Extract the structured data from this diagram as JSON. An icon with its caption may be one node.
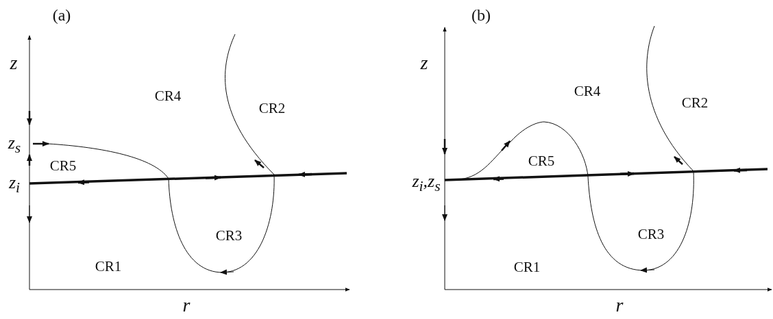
{
  "diagram": {
    "labels": [
      "(a)",
      "z",
      "CR4",
      "CR2",
      "z$_{s}$",
      "CR5",
      "z$_{i}$",
      "CR3",
      "CR1",
      "r",
      "(b)",
      "z",
      "CR4",
      "CR2",
      "CR5",
      "z$_{i}$,z$_{s}$",
      "CR3",
      "CR1",
      "r"
    ]
  }
}
